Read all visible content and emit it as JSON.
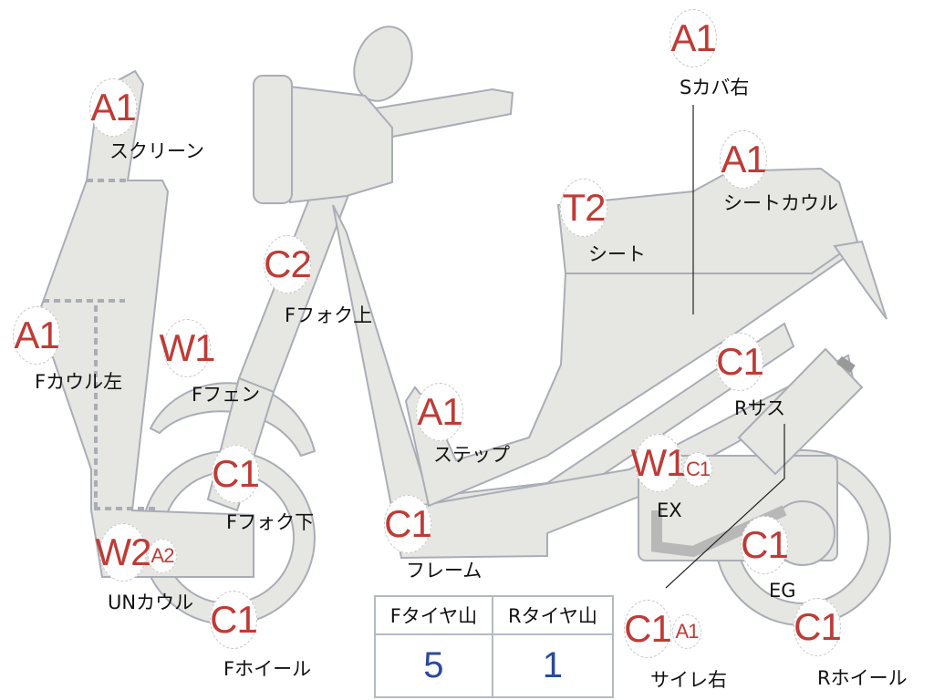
{
  "colors": {
    "part_fill": "#e6e6e2",
    "part_stroke": "#a9adb6",
    "code": "#bf3b36",
    "tire_value": "#2a4a9a"
  },
  "parts": [
    {
      "name": "スクリーン",
      "codes": [
        "A1"
      ]
    },
    {
      "name": "Fカウル左",
      "codes": [
        "A1"
      ]
    },
    {
      "name": "Fフェン",
      "codes": [
        "W1"
      ]
    },
    {
      "name": "Fフォク上",
      "codes": [
        "C2"
      ]
    },
    {
      "name": "Fフォク下",
      "codes": [
        "C1"
      ]
    },
    {
      "name": "UNカウル",
      "codes": [
        "W2",
        "A2"
      ]
    },
    {
      "name": "Fホイール",
      "codes": [
        "C1"
      ]
    },
    {
      "name": "ステップ",
      "codes": [
        "A1"
      ]
    },
    {
      "name": "フレーム",
      "codes": [
        "C1"
      ]
    },
    {
      "name": "シート",
      "codes": [
        "T2"
      ]
    },
    {
      "name": "Sカバ右",
      "codes": [
        "A1"
      ]
    },
    {
      "name": "シートカウル",
      "codes": [
        "A1"
      ]
    },
    {
      "name": "Rサス",
      "codes": [
        "C1"
      ]
    },
    {
      "name": "EX",
      "codes": [
        "W1",
        "C1"
      ]
    },
    {
      "name": "EG",
      "codes": [
        "C1"
      ]
    },
    {
      "name": "サイレ右",
      "codes": [
        "C1",
        "A1"
      ]
    },
    {
      "name": "Rホイール",
      "codes": [
        "C1"
      ]
    }
  ],
  "tire_table": {
    "headers": [
      "Fタイヤ山",
      "Rタイヤ山"
    ],
    "values": [
      "5",
      "1"
    ]
  }
}
